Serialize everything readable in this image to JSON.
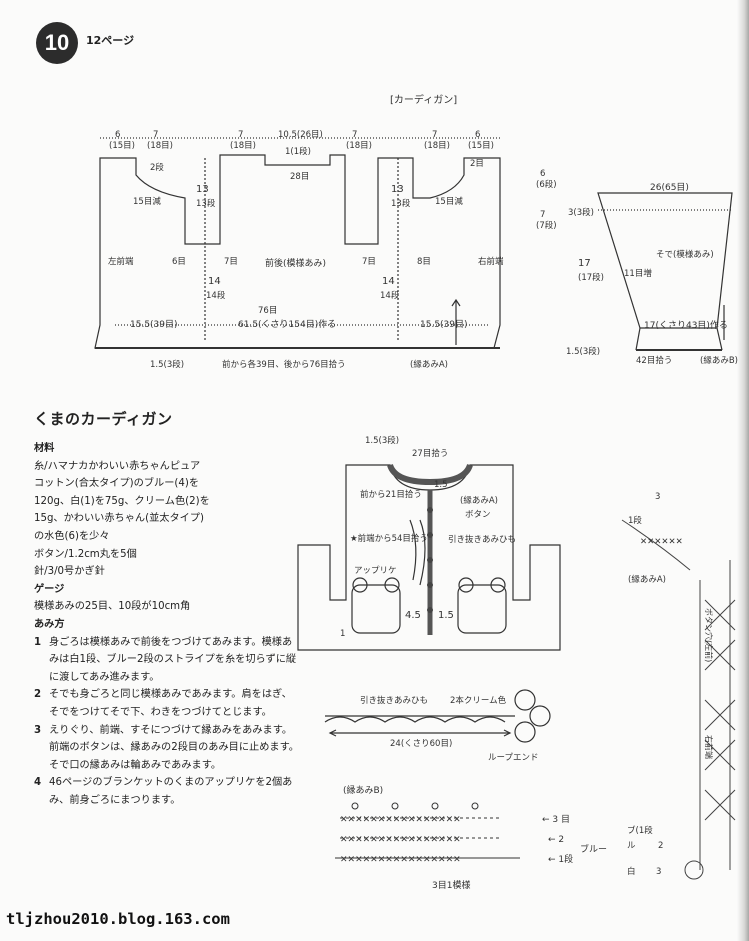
{
  "header": {
    "page_number": "10",
    "page_ref": "12ページ"
  },
  "diagram_top": {
    "title": "[カーディガン]",
    "body": {
      "top_dims": [
        "6",
        "(15目)",
        "7",
        "(18目)",
        "7",
        "(18目)",
        "10.5(26目)",
        "1(1段)",
        "7",
        "(18目)",
        "7",
        "(18目)",
        "6",
        "(15目)"
      ],
      "neck_label": "28目",
      "shoulder_l": "2段",
      "neck_l": "15目減",
      "shoulder_r": "2目",
      "neck_r": "15目減",
      "side_h1": "13",
      "side_h1_rows": "13段",
      "side_h2": "13",
      "side_h2_rows": "13段",
      "inner_l": "6目",
      "inner_l2": "7目",
      "inner_r": "7目",
      "inner_r2": "8目",
      "center_label": "前後(模様あみ)",
      "left_front": "左前端",
      "right_front": "右前端",
      "lower_h1": "14",
      "lower_h1_rows": "14段",
      "lower_h2": "14",
      "lower_h2_rows": "14段",
      "bottom_l": "15.5(39目)",
      "bottom_c": "61.5(くさり154目)作る",
      "bottom_r": "15.5(39目)",
      "cast_76": "76目",
      "edge_h": "1.5(3段)",
      "pickup": "前から各39目、後から76目拾う",
      "edge_a": "(縁あみA)",
      "right_dims": [
        "6",
        "(6段)",
        "7",
        "(7段)"
      ]
    },
    "sleeve": {
      "top": "26(65目)",
      "h_top": "3(3段)",
      "h_main": "17",
      "h_main_rows": "(17段)",
      "h_bottom": "1.5(3段)",
      "label": "そで(模様あみ)",
      "dec": "11目増",
      "bottom": "17(くさり43目)作る",
      "pickup": "42目拾う",
      "edge": "(縁あみB)"
    }
  },
  "article": {
    "title": "くまのカーディガン",
    "materials_heading": "材料",
    "materials_lines": [
      "糸/ハマナカかわいい赤ちゃんピュア",
      "コットン(合太タイプ)のブルー(4)を",
      "120g、白(1)を75g、クリーム色(2)を",
      "15g、かわいい赤ちゃん(並太タイプ)",
      "の水色(6)を少々"
    ],
    "button_line": "ボタン/1.2cm丸を5個",
    "needle_line": "針/3/0号かぎ針",
    "gauge_heading": "ゲージ",
    "gauge_line": "模様あみの25目、10段が10cm角",
    "method_heading": "あみ方",
    "steps": [
      {
        "num": "1",
        "text": "身ごろは模様あみで前後をつづけてあみます。模様あみは白1段、ブルー2段のストライプを糸を切らずに縦に渡してあみ進みます。"
      },
      {
        "num": "2",
        "text": "そでも身ごろと同じ模様あみであみます。肩をはぎ、そでをつけてそで下、わきをつづけてとじます。"
      },
      {
        "num": "3",
        "text": "えりぐり、前端、すそにつづけて縁あみをあみます。前端のボタンは、縁あみの2段目のあみ目に止めます。そで口の縁あみは輪あみであみます。"
      },
      {
        "num": "4",
        "text": "46ページのブランケットのくまのアップリケを2個あみ、前身ごろにまつります。"
      }
    ]
  },
  "diagram_finish": {
    "neck_top": "1.5(3段)",
    "neck_pickup": "27目拾う",
    "neck_h": "1.5",
    "front_pickup": "前から21目拾う",
    "front_pickup2": "★前端から54目拾う",
    "edge_a": "(縁あみA)",
    "button": "ボタン",
    "cord": "引き抜きあみひも",
    "applique": "アップリケ",
    "dim_45": "4.5",
    "dim_15": "1.5",
    "dim_1": "1"
  },
  "diagram_cord": {
    "cord_label": "引き抜きあみひも",
    "cream": "2本クリーム色",
    "length": "24(くさり60目)",
    "loop": "ループエンド"
  },
  "diagram_edge_b": {
    "title": "(縁あみB)",
    "row3": "← 3 目",
    "row2": "← 2",
    "blue": "ブルー",
    "row1": "← 1段",
    "note": "3目1模様"
  },
  "diagram_edge_a": {
    "row3": "3",
    "row1": "1段",
    "title": "(縁あみA)",
    "buttonhole": "ボタン穴(左前)",
    "right_front": "右前端",
    "legend_1": "ブ(1段",
    "legend_b": "ル",
    "legend_2": "2",
    "legend_w": "白",
    "legend_3": "3"
  },
  "footer": {
    "url": "tljzhou2010.blog.163.com"
  }
}
